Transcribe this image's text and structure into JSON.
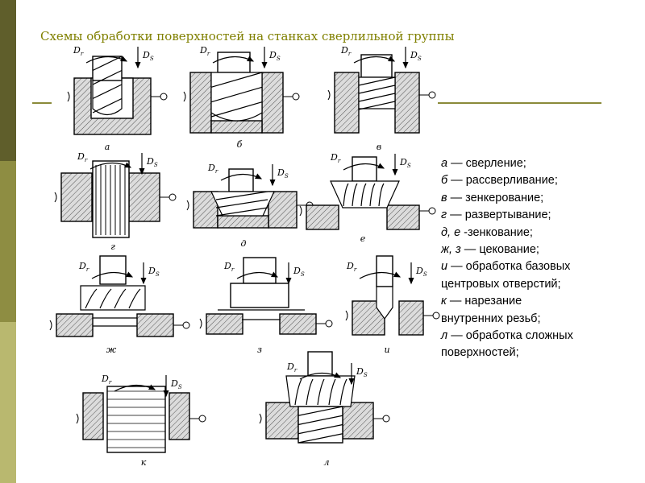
{
  "title": "Схемы обработки поверхностей на станках сверлильной группы",
  "theme": {
    "accent": "#808000",
    "bar_colors": [
      "#5f5e2b",
      "#8e8d42",
      "#b9b86f"
    ],
    "rule_color": "#8a8a3a",
    "hatch_fill": "#dcdcdc"
  },
  "arrow_labels": {
    "rotation": "D",
    "rotation_sub": "r",
    "feed": "D",
    "feed_sub": "S"
  },
  "figures": [
    {
      "letter": "а"
    },
    {
      "letter": "б"
    },
    {
      "letter": "в"
    },
    {
      "letter": "г"
    },
    {
      "letter": "д"
    },
    {
      "letter": "е"
    },
    {
      "letter": "ж"
    },
    {
      "letter": "з"
    },
    {
      "letter": "и"
    },
    {
      "letter": "к"
    },
    {
      "letter": "л"
    }
  ],
  "legend": [
    {
      "key": "а",
      "text": " — сверление;"
    },
    {
      "key": "б",
      "text": " — рассверливание;"
    },
    {
      "key": "в",
      "text": " — зенкерование;"
    },
    {
      "key": "г",
      "text": " — развертывание;"
    },
    {
      "key": "д, е",
      "text": " -зенкование;"
    },
    {
      "key": "ж, з",
      "text": " — цекование;"
    },
    {
      "key": "и",
      "text": " — обработка базовых"
    },
    {
      "key": "",
      "text": "центровых отверстий;"
    },
    {
      "key": "к",
      "text": " — нарезание"
    },
    {
      "key": "",
      "text": "внутренних резьб;"
    },
    {
      "key": "л",
      "text": " — обработка сложных"
    },
    {
      "key": "",
      "text": "поверхностей;"
    }
  ]
}
